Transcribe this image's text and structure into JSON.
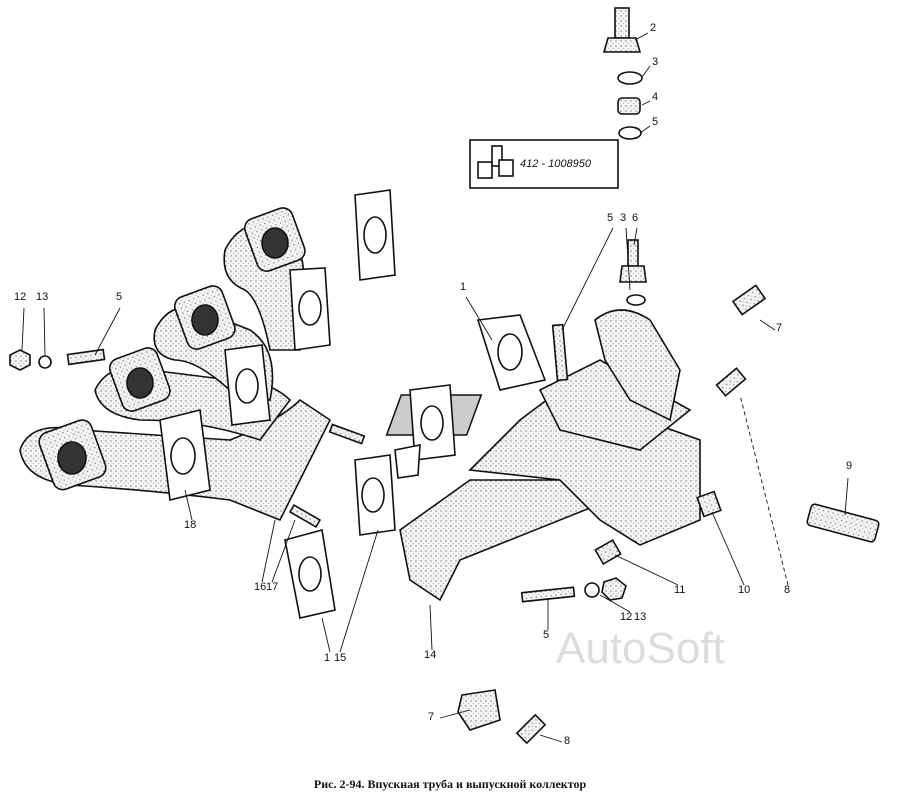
{
  "caption": "Рис. 2-94. Впускная труба и выпускной коллектор",
  "watermark": "AutoSoft",
  "part_box": "412 - 1008950",
  "callouts": {
    "top_2": "2",
    "top_3": "3",
    "top_4": "4",
    "top_5": "5",
    "mid_5": "5",
    "mid_3": "3",
    "mid_6": "6",
    "gasket_1": "1",
    "left_12": "12",
    "left_13": "13",
    "left_5": "5",
    "right_7": "7",
    "right_9": "9",
    "right_8": "8",
    "c_10": "10",
    "c_11": "11",
    "c_12": "12",
    "c_13": "13",
    "c_5": "5",
    "c_14": "14",
    "c_1": "1",
    "c_15": "15",
    "c_16": "16",
    "c_17": "17",
    "c_18": "18",
    "bottom_7": "7",
    "bottom_8": "8"
  }
}
